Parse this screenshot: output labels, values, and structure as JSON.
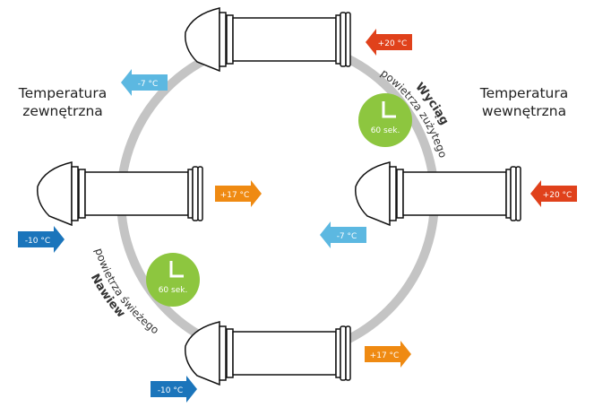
{
  "labels": {
    "outside_line1": "Temperatura",
    "outside_line2": "zewnętrzna",
    "inside_line1": "Temperatura",
    "inside_line2": "wewnętrzna"
  },
  "arc_labels": {
    "exhaust_line1": "Wyciąg",
    "exhaust_line2": "powietrza zużytego",
    "supply_line1": "Nawiew",
    "supply_line2": "powietrza świeżego"
  },
  "timers": [
    {
      "value": "60 sek."
    },
    {
      "value": "60 sek."
    }
  ],
  "arrows": {
    "top_in": "+20 °C",
    "top_out": "-7 °C",
    "left_in": "-10 °C",
    "left_out": "+17 °C",
    "right_in": "+20 °C",
    "right_out": "-7 °C",
    "bottom_in": "-10 °C",
    "bottom_out": "+17 °C"
  },
  "colors": {
    "hot": "#e0411b",
    "warm": "#ef8a12",
    "cold": "#1b75bb",
    "cool": "#5cb8e1",
    "timer": "#8dc63f",
    "ring": "#c4c4c4"
  }
}
